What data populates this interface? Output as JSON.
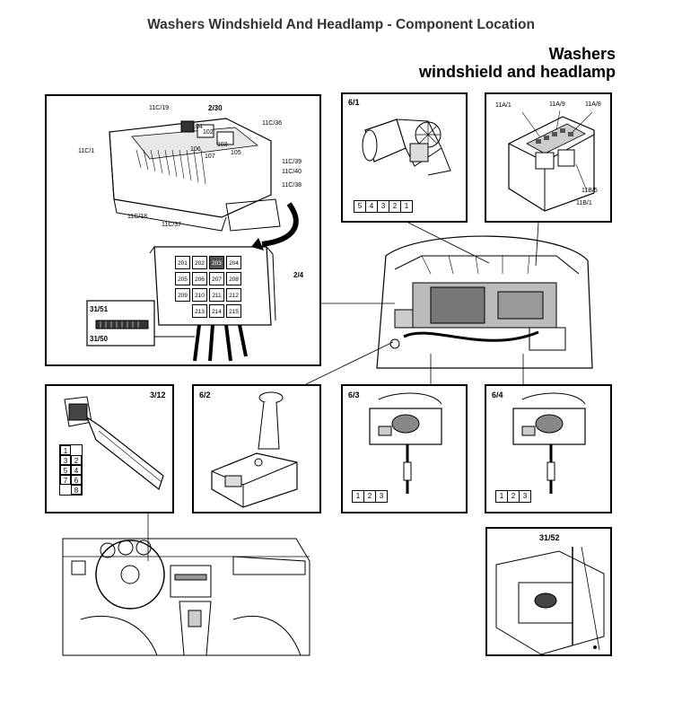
{
  "title": "Washers Windshield And Headlamp - Component Location",
  "heading": {
    "line1": "Washers",
    "line2": "windshield and headlamp"
  },
  "panels": {
    "fusebox": {
      "callouts": [
        "11C/19",
        "2/30",
        "11C/36",
        "11C/1",
        "104",
        "102",
        "106",
        "103",
        "107",
        "105",
        "11C/39",
        "11C/40",
        "11C/38",
        "11C/18",
        "11C/37",
        "2/4",
        "31/51",
        "31/50"
      ],
      "fuses": [
        "201",
        "202",
        "203",
        "204",
        "205",
        "206",
        "207",
        "208",
        "209",
        "210",
        "211",
        "212",
        "213",
        "214",
        "215"
      ]
    },
    "motor": {
      "label": "6/1",
      "pins": [
        "5",
        "4",
        "3",
        "2",
        "1"
      ]
    },
    "relay": {
      "label": "",
      "callouts": [
        "11A/1",
        "11A/9",
        "11A/8",
        "11B/5",
        "11B/1"
      ]
    },
    "switch": {
      "label": "3/12",
      "pins": [
        [
          "1",
          ""
        ],
        [
          "3",
          "2"
        ],
        [
          "5",
          "4"
        ],
        [
          "7",
          "6"
        ],
        [
          "",
          "8"
        ]
      ]
    },
    "reservoir": {
      "label": "6/2"
    },
    "headlamp_left": {
      "label": "6/3",
      "pins": [
        "1",
        "2",
        "3"
      ]
    },
    "headlamp_right": {
      "label": "6/4",
      "pins": [
        "1",
        "2",
        "3"
      ]
    },
    "ground": {
      "label": "31/52"
    }
  }
}
